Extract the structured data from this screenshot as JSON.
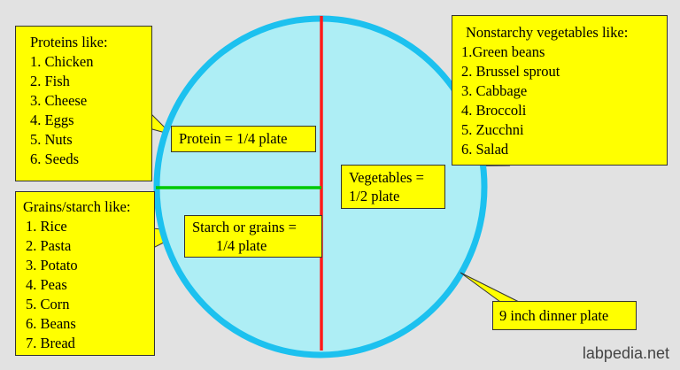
{
  "proteins": {
    "title": "Proteins like:",
    "items": [
      "1. Chicken",
      "2. Fish",
      "3. Cheese",
      "4. Eggs",
      "5. Nuts",
      "6. Seeds"
    ]
  },
  "grains": {
    "title": "Grains/starch like:",
    "items": [
      "1. Rice",
      "2. Pasta",
      "3. Potato",
      "4. Peas",
      "5. Corn",
      "6. Beans",
      "7. Bread"
    ]
  },
  "vegetables": {
    "title": "Nonstarchy vegetables like:",
    "items": [
      "1.Green beans",
      "2. Brussel sprout",
      "3. Cabbage",
      "4. Broccoli",
      "5. Zucchni",
      "6. Salad"
    ]
  },
  "labels": {
    "protein": "Protein = 1/4 plate",
    "starch_line1": "Starch or grains =",
    "starch_line2": "1/4 plate",
    "veg_line1": "Vegetables =",
    "veg_line2": "1/2 plate",
    "plate": "9 inch dinner plate"
  },
  "watermark": "labpedia.net",
  "colors": {
    "plate_fill": "#aeeef5",
    "plate_rim": "#1cc1ef",
    "vertical_divider": "#ff1a1a",
    "horizontal_divider": "#00c800",
    "callout": "#ffff00"
  }
}
